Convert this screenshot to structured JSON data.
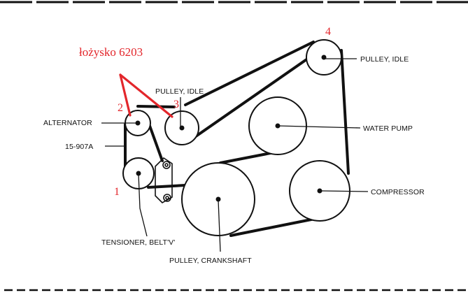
{
  "diagram": {
    "labels": {
      "alternator": "ALTERNATOR",
      "part_number": "15-907A",
      "pulley_idle_center": "PULLEY, IDLE",
      "pulley_idle_top": "PULLEY, IDLE",
      "water_pump": "WATER PUMP",
      "compressor": "COMPRESSOR",
      "tensioner": "TENSIONER, BELT'V'",
      "crankshaft": "PULLEY, CRANKSHAFT"
    },
    "annotations": {
      "bearing_note": "łożysko 6203",
      "n1": "1",
      "n2": "2",
      "n3": "3",
      "n4": "4"
    },
    "colors": {
      "ink": "#111111",
      "annotation": "#e3262b",
      "background": "#ffffff"
    }
  }
}
